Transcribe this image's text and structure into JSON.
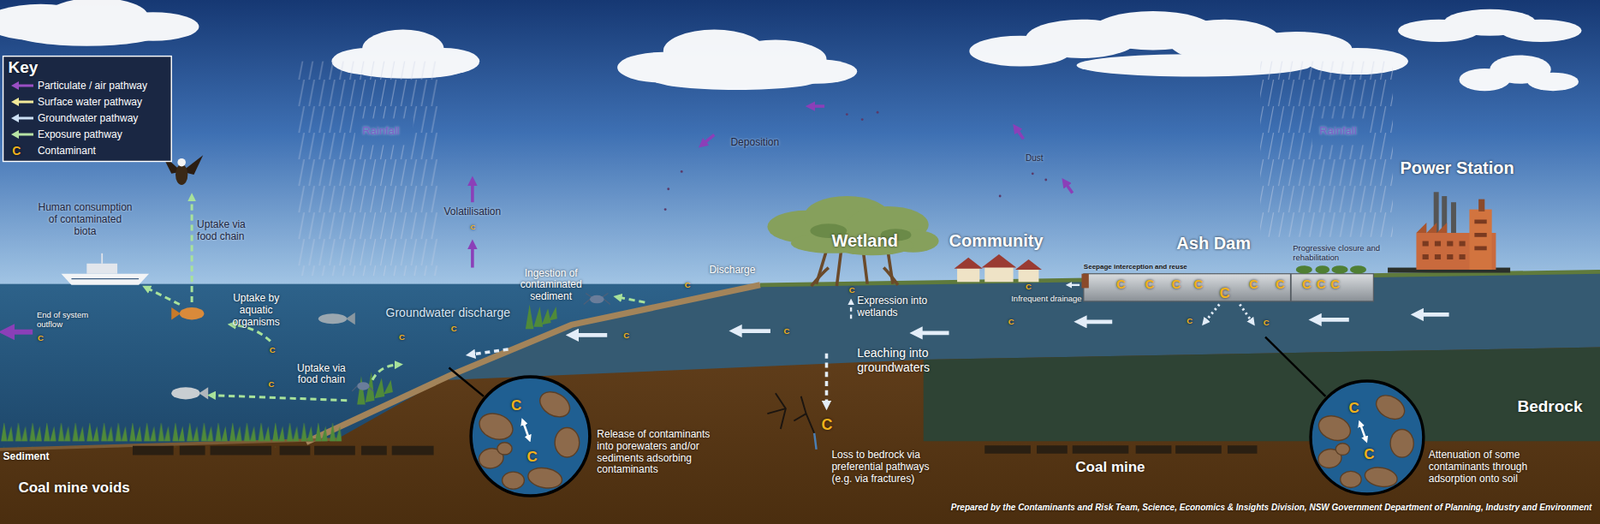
{
  "diagram": {
    "nodes": [
      {
        "text": [
          "C",
          "C"
        ]
      },
      {
        "text": [
          "C",
          "C"
        ]
      }
    ],
    "labels": [
      "Key",
      "Rainfall",
      "Rainfall",
      "Deposition",
      "Dust",
      "Volatilisation",
      "Human consumption of contaminated biota",
      "Uptake via food chain",
      "Uptake by aquatic organisms",
      "End of system outflow",
      "Ingestion of contaminated sediment",
      "Discharge",
      "Groundwater discharge",
      "Uptake via food chain",
      "Wetland",
      "Community",
      "Ash Dam",
      "Power Station",
      "Seepage interception and reuse",
      "Progressive closure and rehabilitation",
      "Infrequent drainage",
      "Expression into wetlands",
      "Leaching into groundwaters",
      "Release of contaminants into porewaters and/or sediments adsorbing contaminants",
      "Loss to bedrock via preferential pathways (e.g. via fractures)",
      "Coal mine",
      "Bedrock",
      "Attenuation of some contaminants through adsorption onto soil",
      "Sediment",
      "Coal mine voids",
      "Prepared by the Contaminants and Risk Team, Science, Economics & Insights Division, NSW Government Department of Planning, Industry and Environment",
      "C",
      "C",
      "C",
      "C",
      "C",
      "C",
      "C",
      "C",
      "C",
      "C",
      "C",
      "C",
      "C",
      "C",
      "C",
      "C",
      "C",
      "C",
      "C",
      "C",
      "C",
      "C",
      "C",
      "C",
      "C",
      "C"
    ],
    "legend": [
      {
        "text": "Particulate / air pathway"
      },
      {
        "text": "Surface water pathway"
      },
      {
        "text": "Groundwater pathway"
      },
      {
        "text": "Exposure pathway"
      },
      {
        "text": "Contaminant"
      }
    ]
  }
}
